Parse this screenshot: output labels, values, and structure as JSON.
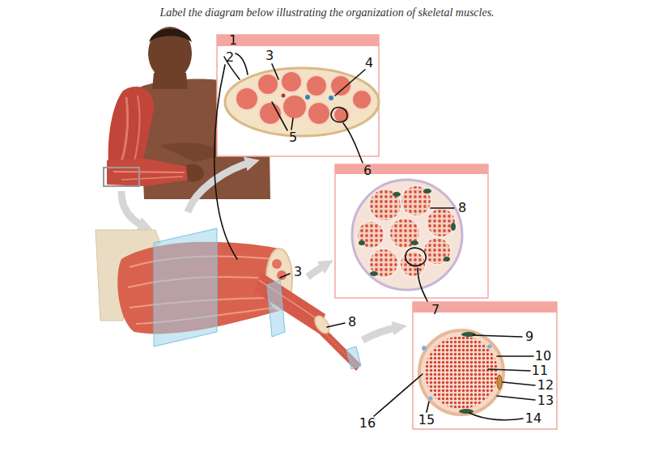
{
  "diagram": {
    "title": "Label the diagram below illustrating the organization of skeletal muscles.",
    "labels": [
      "1",
      "2",
      "3",
      "4",
      "5",
      "6",
      "8",
      "3",
      "8",
      "7",
      "9",
      "10",
      "11",
      "12",
      "13",
      "14",
      "15",
      "16"
    ]
  }
}
